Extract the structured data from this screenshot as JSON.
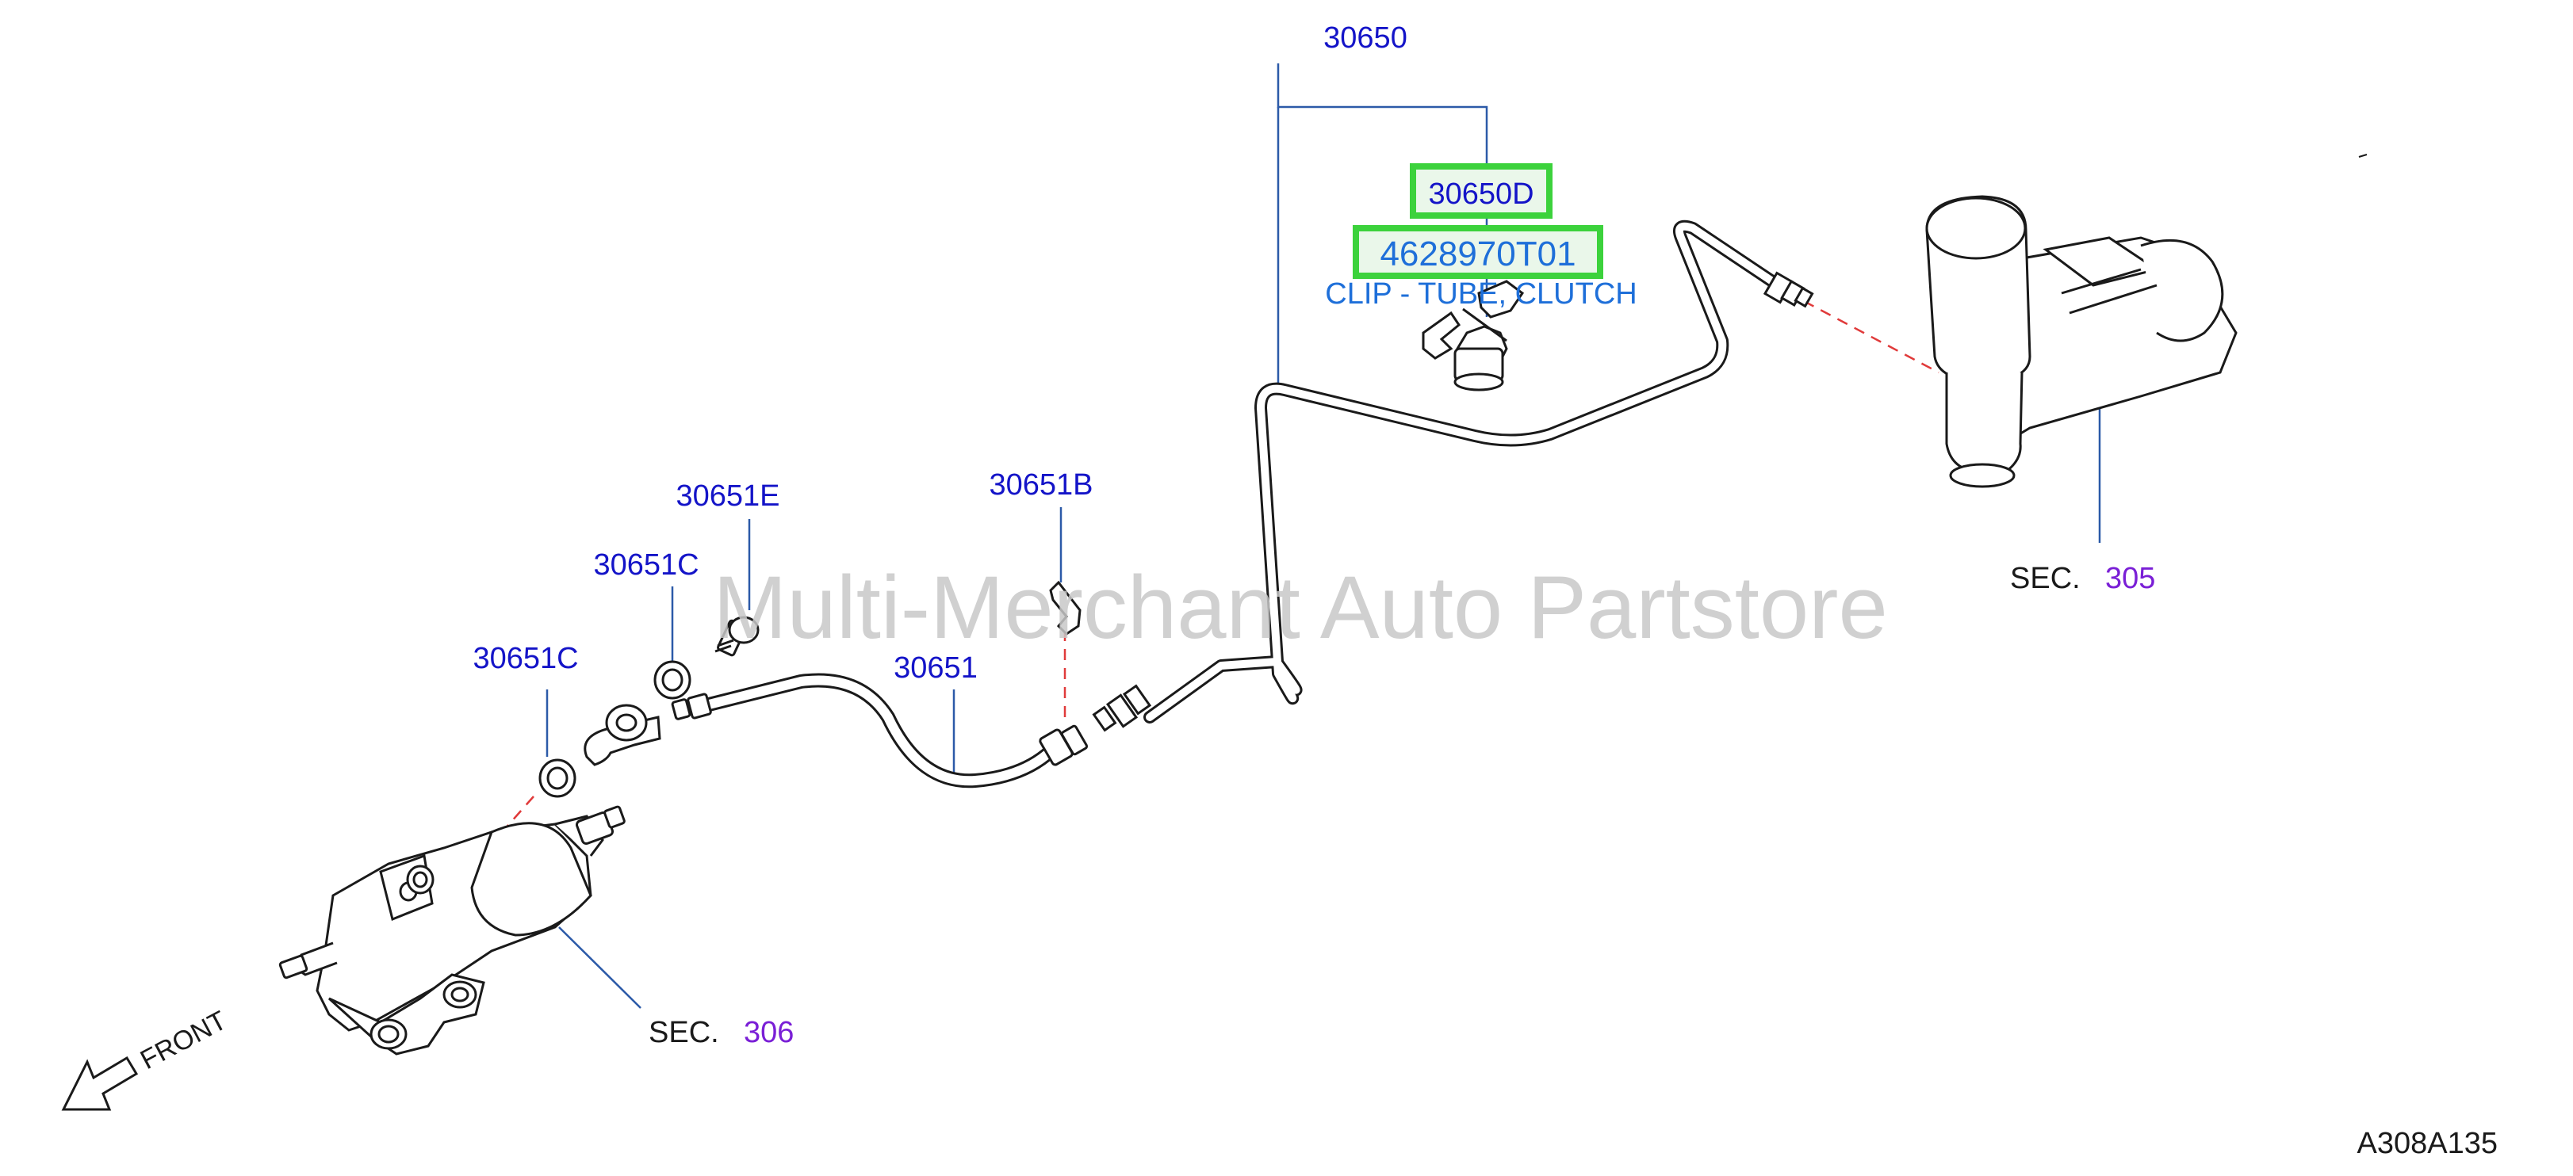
{
  "colors": {
    "part_number": "#1414c8",
    "section_number": "#7a1fd6",
    "highlight_box": "#3cd23c",
    "highlight_fill": "#eaf7ea",
    "selected_text": "#1e6fd9",
    "hydraulic_line_dash": "#e03a3a",
    "leader_line": "#2c5aa8",
    "outline": "#1a1a1a",
    "watermark": "#c8c8c8"
  },
  "callouts": {
    "c30650": "30650",
    "c30650D": "30650D",
    "c4628970T01": "4628970T01",
    "clip_description": "CLIP - TUBE, CLUTCH",
    "c30651E": "30651E",
    "c30651B": "30651B",
    "c30651C_upper": "30651C",
    "c30651C_lower": "30651C",
    "c30651": "30651"
  },
  "sections": {
    "sec_prefix": "SEC.",
    "sec305": "305",
    "sec306": "306"
  },
  "front_label": "FRONT",
  "watermark": "Multi-Merchant Auto Partstore",
  "diagram_code": "A308A135",
  "icons": {
    "front_arrow": "front-arrow-icon"
  }
}
